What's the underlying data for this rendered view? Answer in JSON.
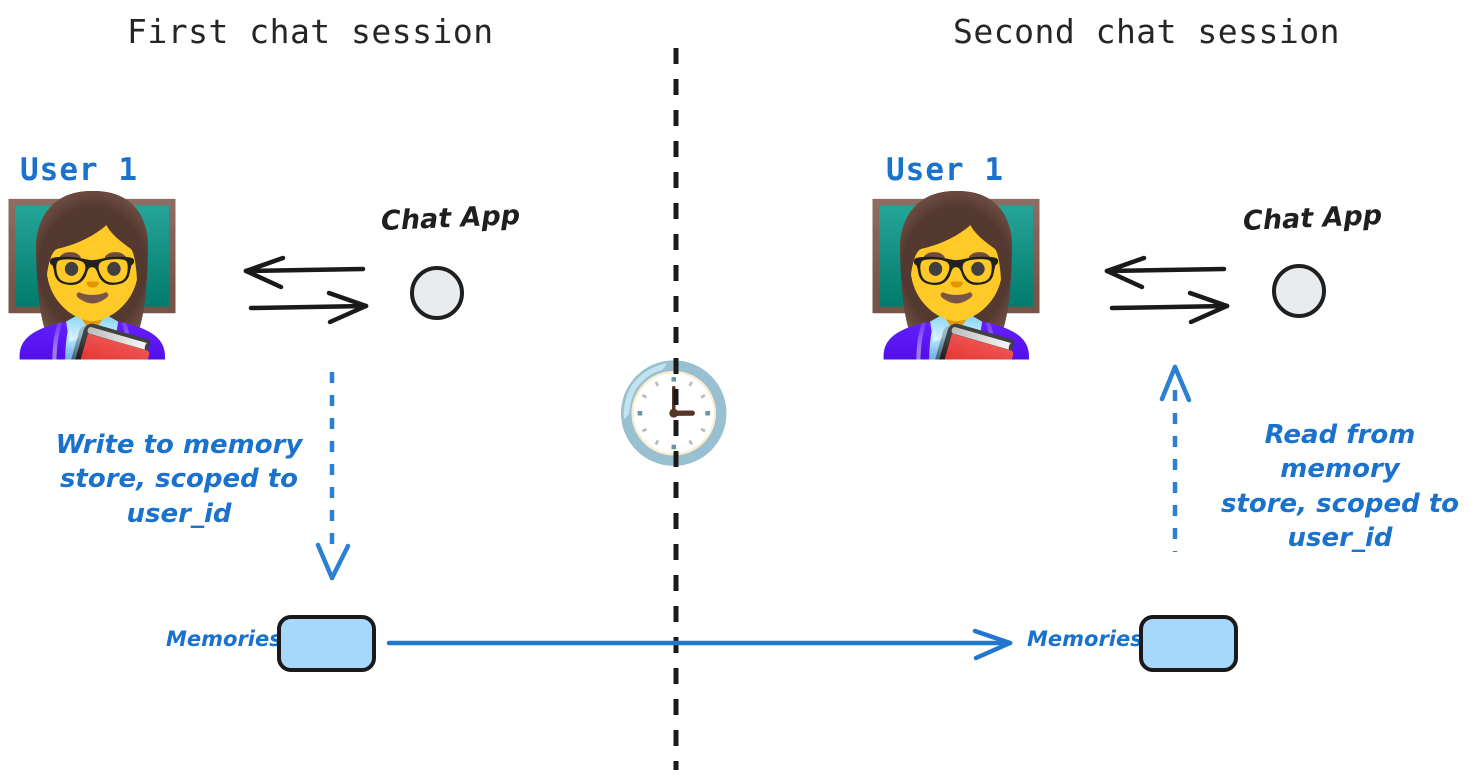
{
  "diagram": {
    "title_left": "First chat session",
    "title_right": "Second chat session",
    "user_label_left": "User 1",
    "user_label_right": "User 1",
    "chat_app_label_left": "Chat App",
    "chat_app_label_right": "Chat App",
    "annotation_write": "Write to memory\nstore, scoped to\nuser_id",
    "annotation_read": "Read from memory\nstore, scoped to\nuser_id",
    "memories_label_left": "Memories",
    "memories_label_right": "Memories",
    "avatar_left": "👩‍🏫",
    "avatar_right": "👩‍🏫",
    "clock": "🕒",
    "icons": {
      "avatar_left_icon": "woman-teacher-emoji",
      "avatar_right_icon": "woman-teacher-emoji",
      "clock_icon": "clock-emoji",
      "chat_app_left_icon": "chat-app-circle-icon",
      "chat_app_right_icon": "chat-app-circle-icon",
      "memory_box_left_icon": "memory-store-box",
      "memory_box_right_icon": "memory-store-box",
      "divider_icon": "vertical-dashed-divider",
      "write_arrow_icon": "dashed-arrow-down",
      "read_arrow_icon": "dashed-arrow-up",
      "transfer_arrow_icon": "solid-arrow-right",
      "request_arrow_left_icon": "arrow-right",
      "response_arrow_left_icon": "arrow-left",
      "request_arrow_right_icon": "arrow-right",
      "response_arrow_right_icon": "arrow-left"
    },
    "colors": {
      "accent_blue": "#1a72cc",
      "title_ink": "#262626",
      "memory_fill": "#a5d8fb",
      "memory_stroke": "#19191b",
      "chat_app_fill": "#e8ecef",
      "chat_app_stroke": "#1f1f1f",
      "background": "#ffffff"
    }
  }
}
